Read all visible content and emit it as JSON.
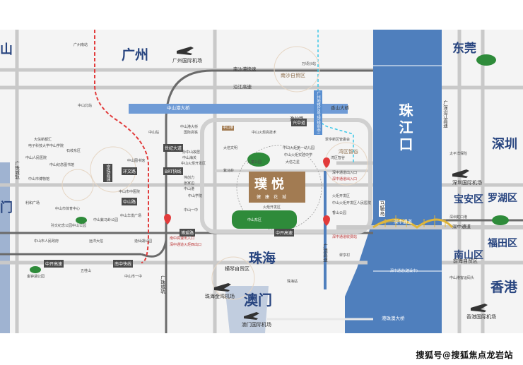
{
  "cities": {
    "guangzhou": "广州",
    "dongguan": "东莞",
    "shenzhen": "深圳",
    "zhuhai": "珠海",
    "macau": "澳门",
    "hongkong": "香港",
    "zhongshan_left": "山",
    "jiangmen_left": "门"
  },
  "river": {
    "name": "珠江口"
  },
  "districts": {
    "baoan": "宝安区",
    "luohu": "罗湖区",
    "nanshan": "南山区",
    "futian": "福田区"
  },
  "project": {
    "title": "璞悦",
    "subtitle": "健康花城"
  },
  "airports": {
    "guangzhou": "广州国际机场",
    "shenzhen": "深圳国际机场",
    "zhuhai": "珠海金湾机场",
    "macau": "澳门国际机场",
    "hongkong": "香港国际机场"
  },
  "stations": {
    "guangzhou_south": "广州南站",
    "wanqingsha": "万顷沙站",
    "zhongshan_north": "中山北站",
    "zhongshan": "中山站",
    "zhuhai": "珠海站",
    "shenzhen_north": "深圳北站"
  },
  "roads": {
    "nansha_port": "南沙港快速",
    "nanzhong": "南中高速",
    "shenzhong_bridge": "中山港大桥",
    "xiangshan": "香山大桥",
    "boai_road": "博爱路",
    "shiji_ave": "世纪大道",
    "brt": "BRT快线",
    "yixian": "逸仙路",
    "xingzhong": "兴中道",
    "zhongshan_road": "中山路",
    "zhongkai": "中开高速",
    "wenchang": "环文路",
    "shenzhong_channel": "深中通道",
    "shenzhong_channel_2": "深中通道",
    "ganghai": "港珠澳大桥",
    "guangao": "广澳高速",
    "jingzhu": "京珠高速",
    "metro_18": "广州地铁18号线(规划中)",
    "rail": "广珠城轨",
    "nanqi": "南中快线",
    "hezhou": "博爱路",
    "jinwan": "横琴自贸区",
    "coastal": "沿江高速",
    "guangshen": "广深沿江高速",
    "nanshan_bridge": "南沙港快速"
  },
  "zones": {
    "nansha_ftz": "南沙自贸区",
    "qianhai_ftz": "前海自贸区",
    "hengqin_ftz": "横琴自贸区",
    "wanqu": "湾区智谷",
    "huojushuiqu": "火炬开发区",
    "cuihengxinqu": "翠亨新区",
    "mazhou": "马鞍岛",
    "zhongshanport": "中山港"
  },
  "pois_left": [
    "大信新都汇",
    "电子科技大学中山学院",
    "石岐东区",
    "中山人民医院",
    "中山纪念图书馆",
    "中山市博物馆",
    "利和广场",
    "中山市体育中心",
    "中山公园",
    "孙文纪念公园",
    "中山市人民政府",
    "远洋大信",
    "中山紫马岭公园",
    "中山华发广场",
    "金钟湖公园",
    "中山市一中",
    "五桂山",
    "中山图书馆",
    "中山市中医院",
    "逸仙湖公园"
  ],
  "pois_center": [
    "中山港大桥",
    "国际高铁",
    "孙中山故居",
    "中山海关",
    "中山火炬开发区",
    "伟创力",
    "张家边",
    "中山港",
    "中山学院",
    "中山一中",
    "中山火炬高技术",
    "大信文明",
    "紫马岭",
    "中山东区",
    "儿童公园",
    "翠亨村"
  ],
  "pois_east": [
    "湾区智谷",
    "深中通道出入口",
    "中山火炬第一幼儿园",
    "中山火炬实验中学",
    "中山火炬开发区人民医院",
    "大信之星",
    "香山公园",
    "翠亨新区管委会",
    "火炬开发区"
  ],
  "labels": {
    "shenzhen_port": "深中通道出入口",
    "port2": "深中通道收费站",
    "nanzhong_exit": "南中高速出入口",
    "jingzhu_exit": "深中通道火炬西出口",
    "shenzhen_channel_east": "深中通道(建设中)",
    "hongkong_west": "深圳蛇口港",
    "zhongshan_wharf": "中山港客运码头",
    "taiping": "太平洋保险",
    "watermark": "搜狐号@搜狐焦点龙岩站"
  },
  "colors": {
    "river": "#4f7fbd",
    "road_gray": "#c9c9c9",
    "road_dark": "#6b6b6b",
    "rail_red": "#e23b3b",
    "metro_cyan": "#3ac7e8",
    "project": "#a27b52",
    "park_green": "#2e8b3a",
    "city_blue": "#27447f"
  }
}
